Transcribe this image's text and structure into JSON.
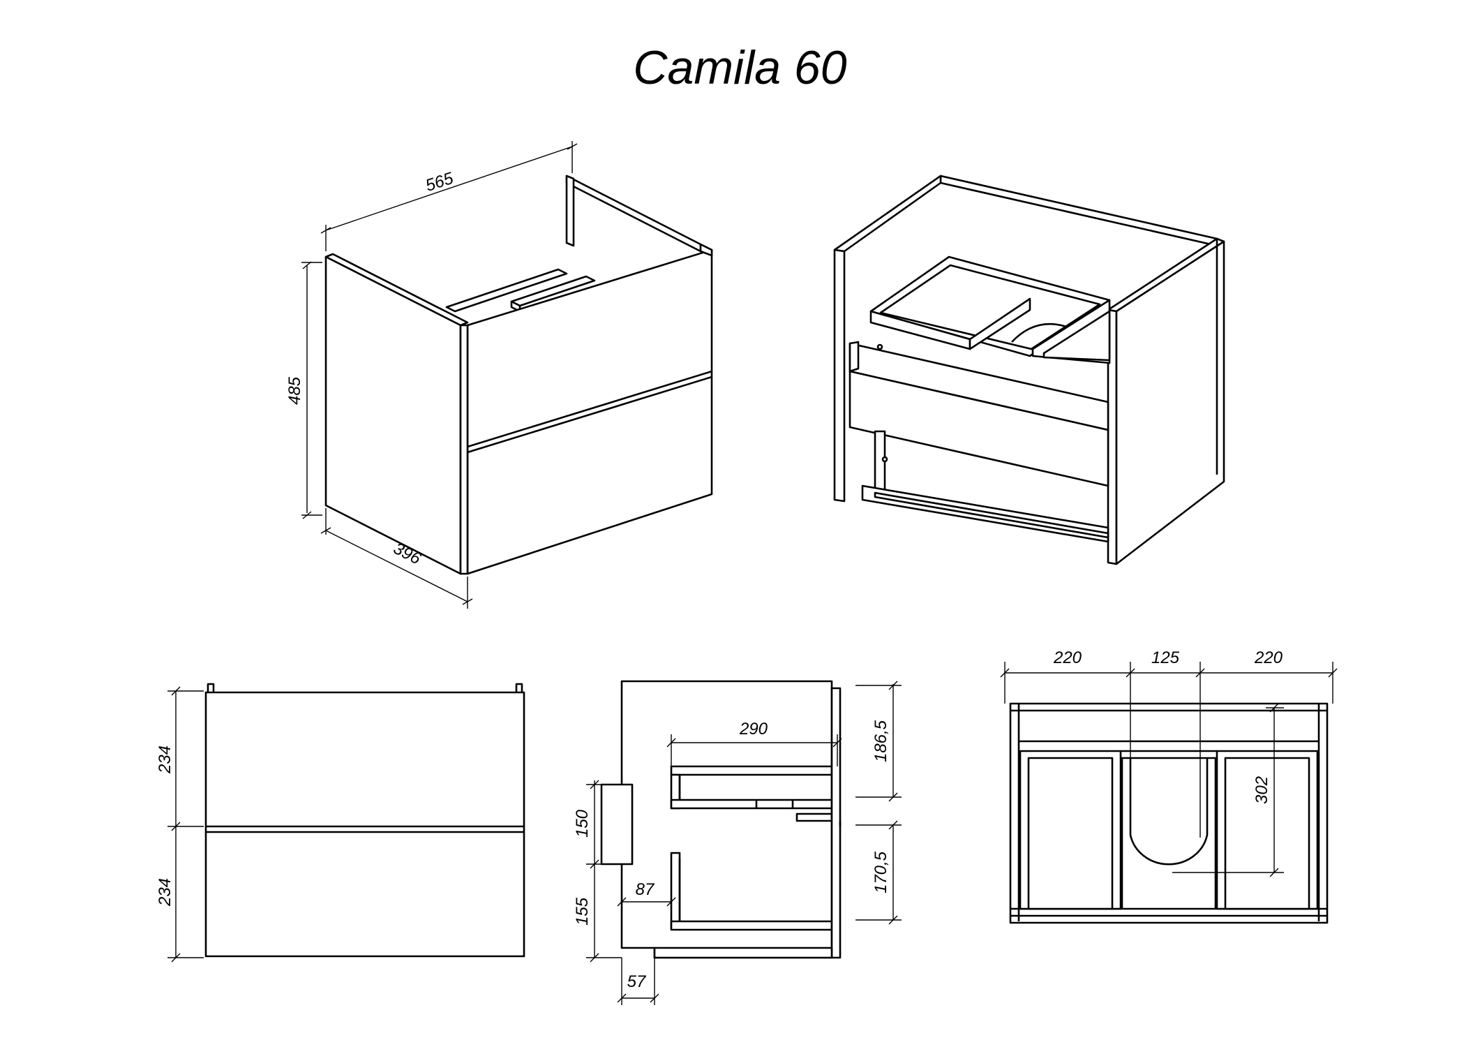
{
  "title": "Camila 60",
  "dimensions": {
    "iso_width": "565",
    "iso_height": "485",
    "iso_depth": "396",
    "front_drawer_top": "234",
    "front_drawer_bottom": "234",
    "side_inner_width": "290",
    "side_upper_gap": "186,5",
    "side_lower_gap": "170,5",
    "side_handle": "150",
    "side_bottom": "155",
    "side_offset": "87",
    "side_plinth": "57",
    "top_left": "220",
    "top_middle": "125",
    "top_right": "220",
    "top_depth": "302"
  }
}
